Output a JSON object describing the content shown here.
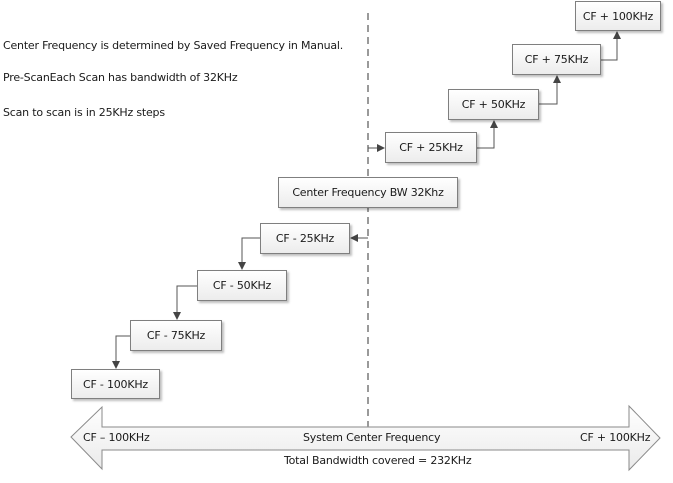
{
  "notes": [
    "Center Frequency is determined by Saved Frequency in Manual.",
    "Pre-ScanEach Scan has bandwidth of 32KHz",
    "Scan to scan is in 25KHz steps"
  ],
  "center_box": {
    "label": "Center Frequency   BW 32Khz"
  },
  "upper_steps": [
    {
      "label": "CF + 25KHz"
    },
    {
      "label": "CF + 50KHz"
    },
    {
      "label": "CF + 75KHz"
    },
    {
      "label": "CF + 100KHz"
    }
  ],
  "lower_steps": [
    {
      "label": "CF - 25KHz"
    },
    {
      "label": "CF - 50KHz"
    },
    {
      "label": "CF - 75KHz"
    },
    {
      "label": "CF - 100KHz"
    }
  ],
  "range_arrow": {
    "left_label": "CF – 100KHz",
    "center_label": "System Center Frequency",
    "right_label": "CF + 100KHz",
    "total_label": "Total Bandwidth covered = 232KHz"
  },
  "colors": {
    "line": "#555555",
    "dash": "#9a9a9a",
    "box_border": "#7f7f7f"
  }
}
